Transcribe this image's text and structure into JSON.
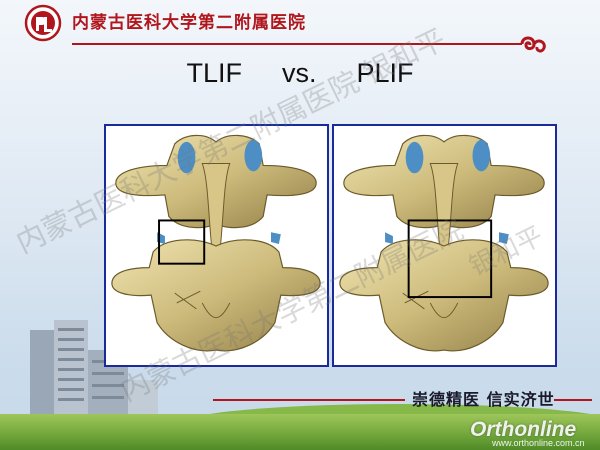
{
  "header": {
    "hospital_name": "内蒙古医科大学第二附属医院",
    "logo_icon": "hospital-emblem-icon",
    "accent_color": "#b0161c"
  },
  "slide": {
    "title_left": "TLIF",
    "title_mid": "vs.",
    "title_right": "PLIF"
  },
  "panels": [
    {
      "id": "tlif",
      "image": "lumbar-spine-posterior-view",
      "highlight": "small box over one facet joint"
    },
    {
      "id": "plif",
      "image": "lumbar-spine-posterior-view",
      "highlight": "large box over central lamina"
    }
  ],
  "footer": {
    "motto": "崇德精医 信实济世"
  },
  "watermarks": {
    "diagonal_1": "内蒙古医科大学第二附属医院 银和平",
    "diagonal_2": "内蒙古医科大学第二附属医院",
    "diagonal_3": "银和平"
  },
  "site_logo": {
    "brand": "Orthonline",
    "url": "www.orthonline.com.cn"
  }
}
